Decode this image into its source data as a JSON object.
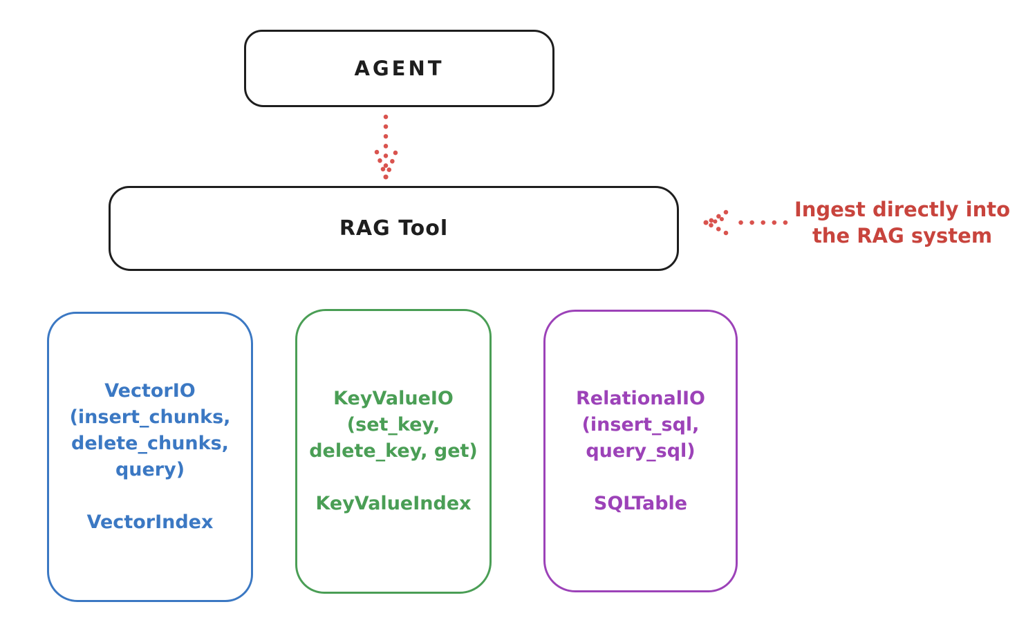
{
  "canvas": {
    "background_color": "#ffffff",
    "ink_color": "#1e1e1e"
  },
  "agent_box": {
    "label": "AGENT"
  },
  "rag_tool_box": {
    "label": "RAG Tool"
  },
  "agent_to_rag_arrow": {
    "style": "dotted",
    "direction": "down",
    "color": "#d9534e",
    "from": "AGENT",
    "to": "RAG Tool"
  },
  "ingest_annotation": {
    "line1": "Ingest directly into",
    "line2": "the RAG system",
    "text_color": "#c8443d",
    "arrow": {
      "style": "dotted",
      "direction": "left",
      "color": "#d9534e",
      "points_to": "RAG Tool"
    }
  },
  "io_boxes": [
    {
      "title": "VectorIO",
      "methods": [
        "(insert_chunks,",
        "delete_chunks,",
        "query)"
      ],
      "index_label": "VectorIndex",
      "color": "#3b78c3"
    },
    {
      "title": "KeyValueIO",
      "methods": [
        "(set_key,",
        "delete_key, get)"
      ],
      "index_label": "KeyValueIndex",
      "color": "#4a9e55"
    },
    {
      "title": "RelationalIO",
      "methods": [
        "(insert_sql,",
        "query_sql)"
      ],
      "index_label": "SQLTable",
      "color": "#9c42b8"
    }
  ]
}
